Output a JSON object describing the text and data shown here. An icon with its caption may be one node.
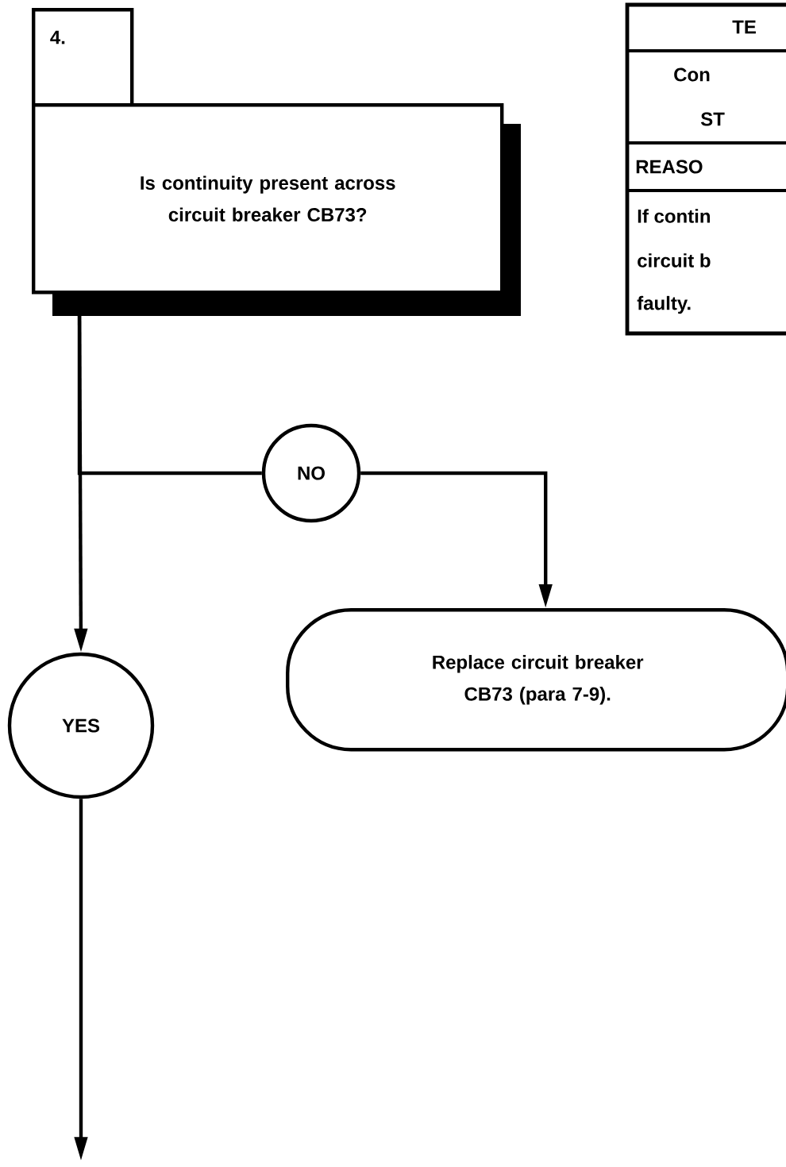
{
  "diagram": {
    "nodes": [
      {
        "text": [
          "4."
        ]
      },
      {
        "text": [
          "Is continuity present across circuit breaker CB73?"
        ]
      },
      {
        "text": [
          "NO"
        ]
      },
      {
        "text": [
          "YES"
        ]
      },
      {
        "text": [
          "Replace circuit breaker CB73 (para 7-9)."
        ]
      }
    ],
    "edges": [
      {
        "from": 1,
        "to": 2,
        "arrow": "none"
      },
      {
        "from": 1,
        "to": 3,
        "arrow": "to"
      },
      {
        "from": 2,
        "to": 4,
        "arrow": "to"
      },
      {
        "from": 3,
        "to": null,
        "arrow": "to"
      }
    ],
    "labels": [
      "TE",
      "Con",
      "ST",
      "REASO",
      "If contin",
      "circuit b",
      "faulty."
    ]
  }
}
